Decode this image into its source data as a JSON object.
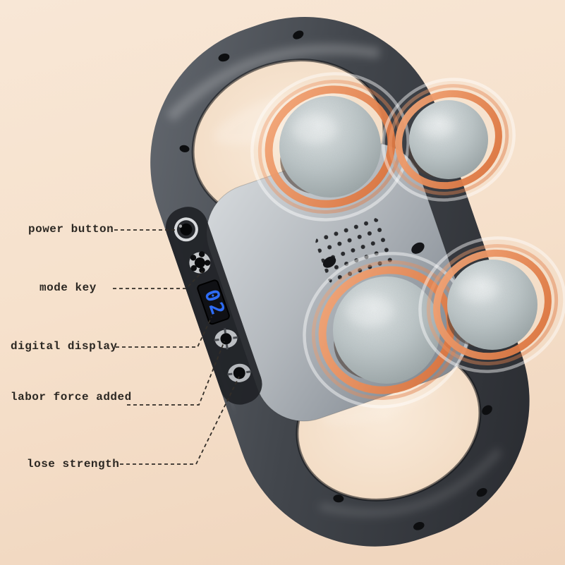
{
  "callouts": [
    {
      "id": "power-button",
      "label": "power button"
    },
    {
      "id": "mode-key",
      "label": "mode key"
    },
    {
      "id": "digital-display",
      "label": "digital display"
    },
    {
      "id": "labor-force-added",
      "label": "labor force added"
    },
    {
      "id": "lose-strength",
      "label": "lose strength"
    }
  ],
  "device": {
    "display_value": "02",
    "ball_count": 4
  },
  "icons": {
    "power_button": "silver-ring-black-center",
    "mode_key": "clover-nut-button",
    "increase_button": "cross-tick-button",
    "decrease_button": "dash-tick-button",
    "speaker_grille": "dot-grid"
  },
  "colors": {
    "background_top": "#f8e7d6",
    "background_bottom": "#efd4bc",
    "body_gray": "#43474d",
    "platform_gray": "#b9bdc2",
    "ball_gray": "#b9c2c3",
    "ring_orange_light": "#f4a87a",
    "ring_orange_dark": "#d96f38",
    "display_blue": "#2e6cf5",
    "label_text": "#2b2722"
  }
}
